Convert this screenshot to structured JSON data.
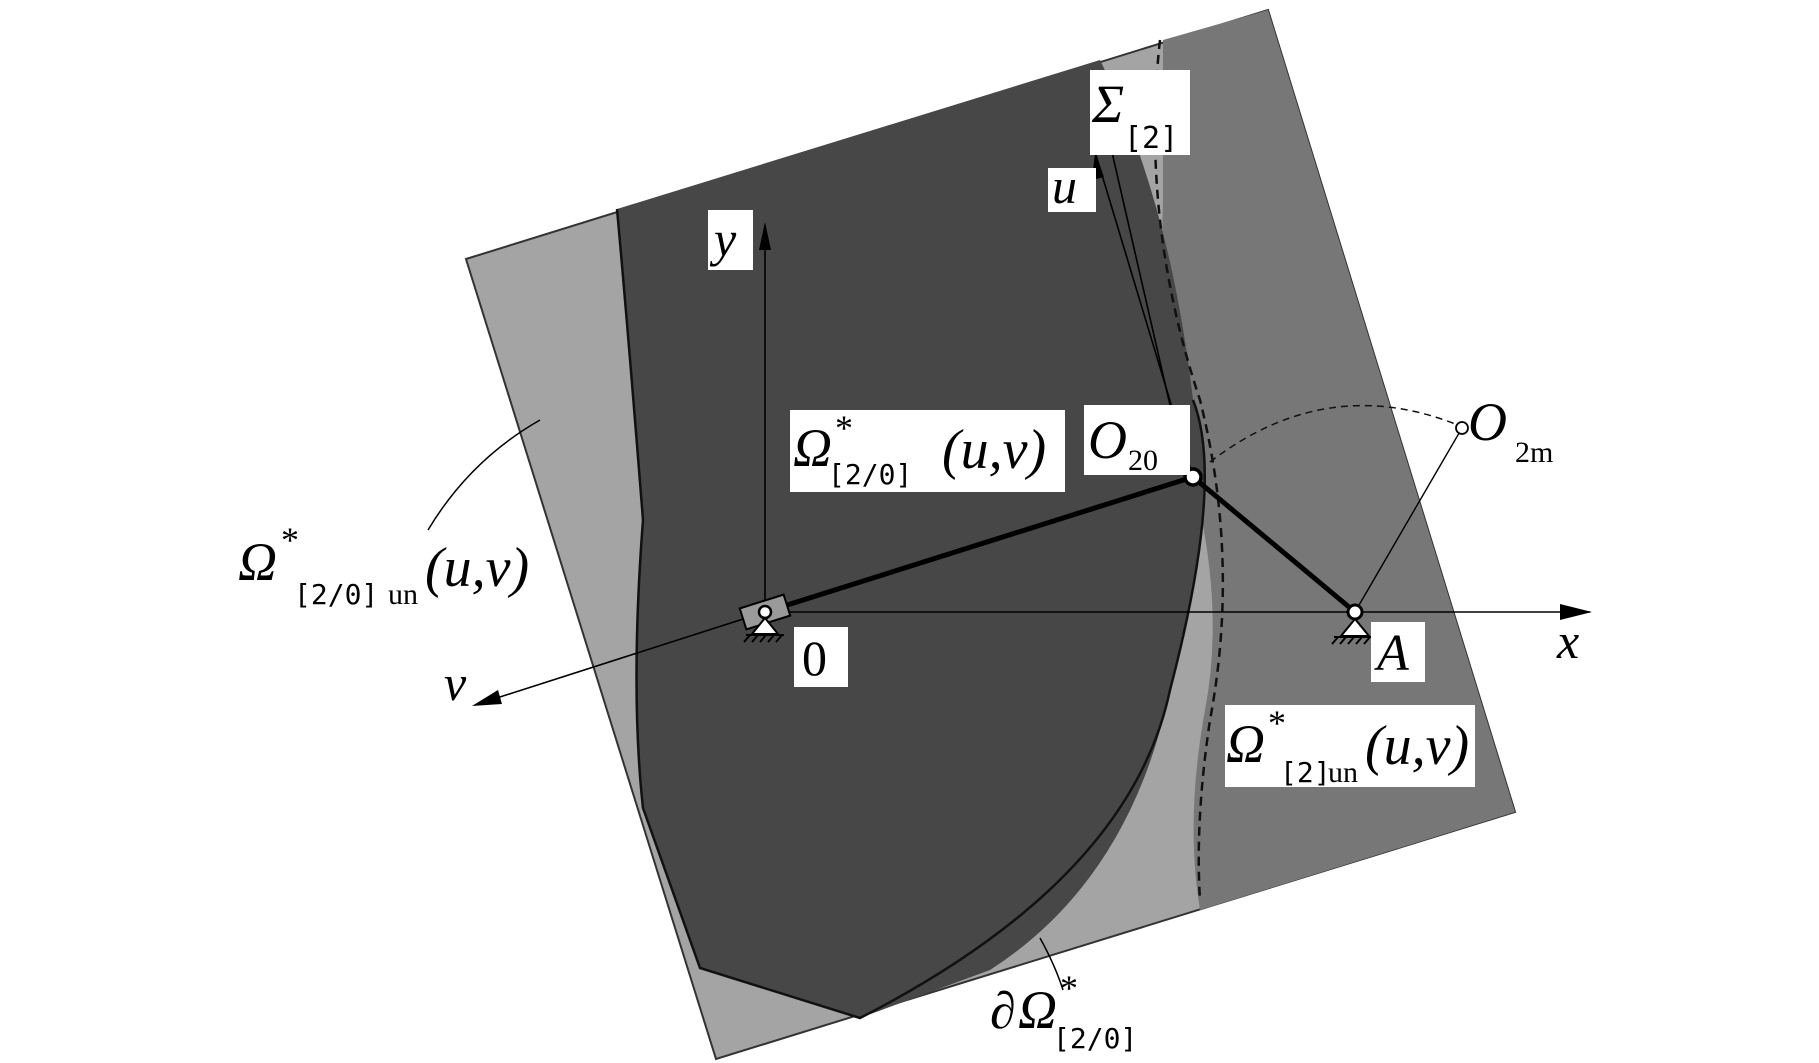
{
  "labels": {
    "y_axis": "y",
    "x_axis": "x",
    "u_axis": "u",
    "v_axis": "v",
    "origin": "0",
    "point_a": "A",
    "sigma_sym": "Σ",
    "sigma_sub": "[2]",
    "o20_sym": "O",
    "o20_sub": "20",
    "o2m_sym": "O",
    "o2m_sub": "2m",
    "omega20_sym": "Ω",
    "omega20_star": "*",
    "omega20_sub": "[2/0]",
    "omega20_args": "(u,v)",
    "omega20un_sym": "Ω",
    "omega20un_star": "*",
    "omega20un_sub": "[2/0]",
    "omega20un_sub2": "un",
    "omega20un_args": "(u,v)",
    "omega2un_sym": "Ω",
    "omega2un_star": "*",
    "omega2un_sub": "[2]",
    "omega2un_sub2": "un",
    "omega2un_args": "(u,v)",
    "boundary_partial": "∂",
    "boundary_sym": "Ω",
    "boundary_star": "*",
    "boundary_sub": "[2/0]"
  },
  "colors": {
    "light_region": "#a4a4a4",
    "medium_region": "#777777",
    "dark_region": "#474747",
    "lines": "#000000",
    "label_background": "#ffffff"
  }
}
